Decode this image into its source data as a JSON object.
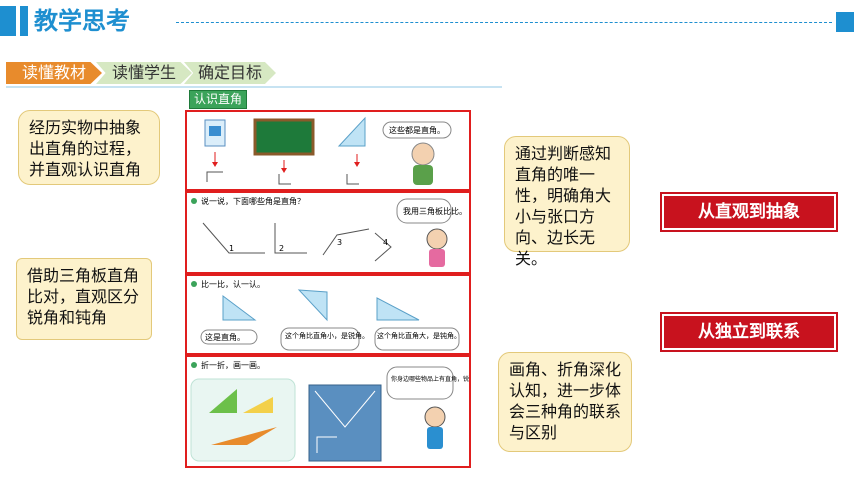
{
  "header": {
    "title": "教学思考"
  },
  "tabs": [
    {
      "label": "读懂教材",
      "active": true
    },
    {
      "label": "读懂学生",
      "active": false
    },
    {
      "label": "确定目标",
      "active": false
    }
  ],
  "section_label": "认识直角",
  "panels": {
    "p1": {
      "bubble": "这些都是直角。"
    },
    "p2": {
      "prompt": "说一说，下面哪些角是直角？",
      "bubble": "我用三角板比比。",
      "angles": [
        "1",
        "2",
        "3",
        "4"
      ]
    },
    "p3": {
      "prompt": "比一比，认一认。",
      "labels": [
        "这是直角。",
        "这个角比直角小，是锐角。",
        "这个角比直角大，是钝角。"
      ]
    },
    "p4": {
      "prompt": "折一折，画一画。",
      "bubble": "你身边哪些物品上有直角，锐角或钝角？"
    }
  },
  "callouts": {
    "c1": "经历实物中抽象出直角的过程，并直观认识直角",
    "c2": "借助三角板直角比对，直观区分锐角和钝角",
    "c3": "通过判断感知直角的唯一性，明确角大小与张口方向、边长无关。",
    "c4": "画角、折角深化认知，进一步体会三种角的联系与区别"
  },
  "badges": {
    "b1": "从直观到抽象",
    "b2": "从独立到联系"
  },
  "colors": {
    "brand_blue": "#1e8fd0",
    "tab_active": "#e88b2c",
    "panel_border": "#e01e1e",
    "badge_red": "#c8121e"
  }
}
